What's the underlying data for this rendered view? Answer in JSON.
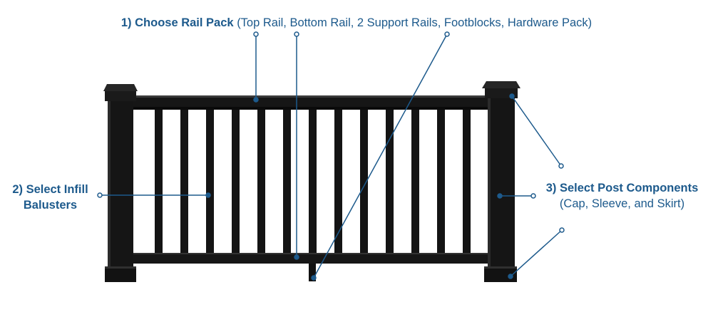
{
  "callouts": {
    "rail_pack": {
      "title": "1) Choose Rail Pack",
      "detail": "(Top Rail, Bottom Rail, 2 Support Rails, Footblocks, Hardware Pack)"
    },
    "infill": {
      "title_line1": "2) Select Infill",
      "title_line2": "Balusters"
    },
    "post": {
      "title": "3) Select Post Components",
      "detail": "(Cap, Sleeve, and Skirt)"
    }
  },
  "colors": {
    "callout_text": "#1d5a8c",
    "leader_line": "#1d5a8c",
    "railing": "#111111"
  }
}
